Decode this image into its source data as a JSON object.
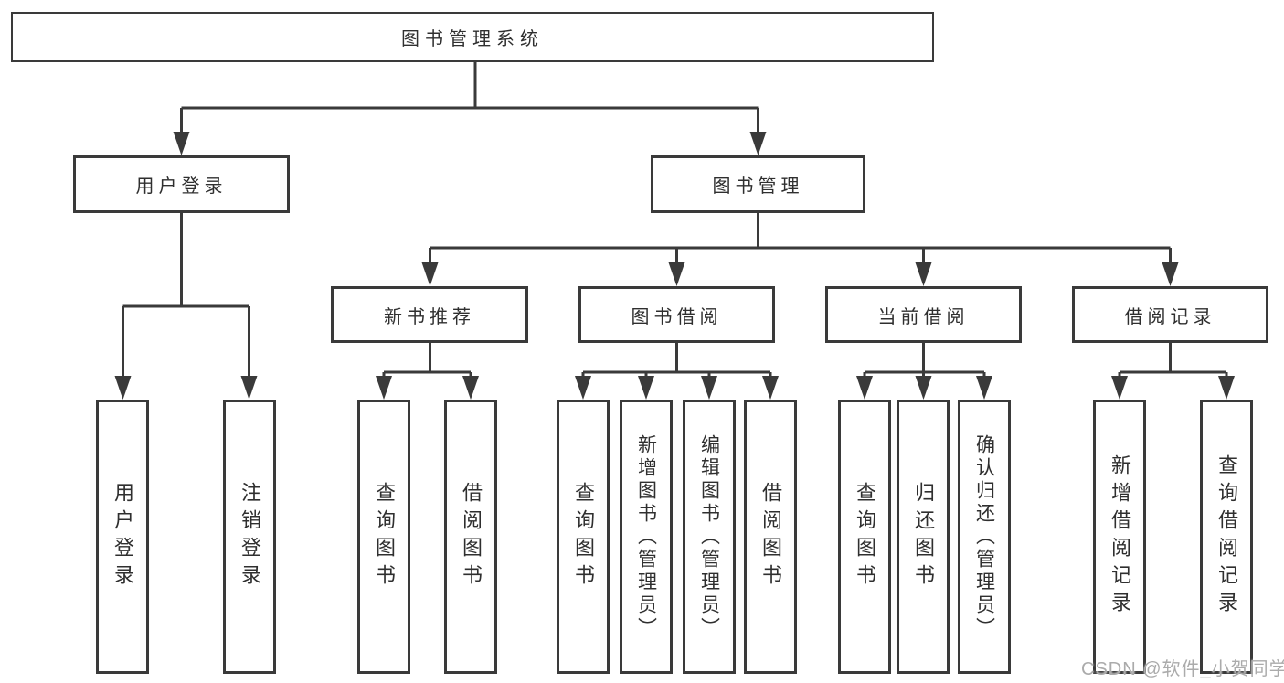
{
  "diagram": {
    "watermark": "CSDN @软件_小贺同学",
    "colors": {
      "line": "#3a3a3a",
      "text": "#2f2f2f",
      "background": "#ffffff",
      "watermark": "#ababab"
    },
    "tree": {
      "label": "图书管理系统",
      "children": [
        {
          "label": "用户登录",
          "children": [
            {
              "label": "用户登录"
            },
            {
              "label": "注销登录"
            }
          ]
        },
        {
          "label": "图书管理",
          "children": [
            {
              "label": "新书推荐",
              "children": [
                {
                  "label": "查询图书"
                },
                {
                  "label": "借阅图书"
                }
              ]
            },
            {
              "label": "图书借阅",
              "children": [
                {
                  "label": "查询图书"
                },
                {
                  "label": "新增图书（管理员）"
                },
                {
                  "label": "编辑图书（管理员）"
                },
                {
                  "label": "借阅图书"
                }
              ]
            },
            {
              "label": "当前借阅",
              "children": [
                {
                  "label": "查询图书"
                },
                {
                  "label": "归还图书"
                },
                {
                  "label": "确认归还（管理员）"
                }
              ]
            },
            {
              "label": "借阅记录",
              "children": [
                {
                  "label": "新增借阅记录"
                },
                {
                  "label": "查询借阅记录"
                }
              ]
            }
          ]
        }
      ]
    }
  }
}
